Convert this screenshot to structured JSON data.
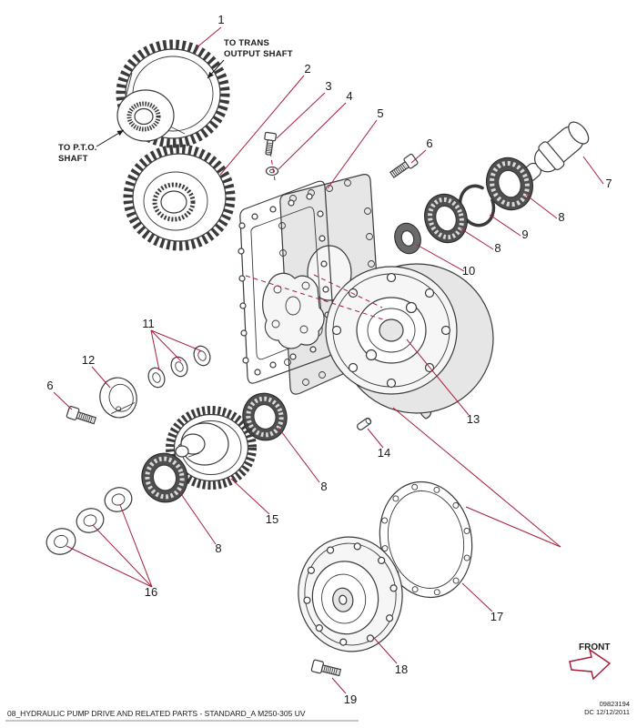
{
  "meta": {
    "footer_title": "08_HYDRAULIC PUMP DRIVE AND RELATED PARTS - STANDARD_A M250-305 UV",
    "doc_number": "09823194",
    "doc_date": "DC 12/12/2011"
  },
  "labels": {
    "to_trans_line1": "TO TRANS",
    "to_trans_line2": "OUTPUT SHAFT",
    "to_pto_line1": "TO P.T.O.",
    "to_pto_line2": "SHAFT",
    "front": "FRONT"
  },
  "colors": {
    "leader_line": "#a81e3c",
    "part_outline": "#3a3a3a"
  },
  "callouts": [
    {
      "label": "1"
    },
    {
      "label": "2"
    },
    {
      "label": "3"
    },
    {
      "label": "4"
    },
    {
      "label": "5"
    },
    {
      "label": "6"
    },
    {
      "label": "7"
    },
    {
      "label": "8"
    },
    {
      "label": "9"
    },
    {
      "label": "8"
    },
    {
      "label": "10"
    },
    {
      "label": "11"
    },
    {
      "label": "12"
    },
    {
      "label": "6"
    },
    {
      "label": "13"
    },
    {
      "label": "14"
    },
    {
      "label": "8"
    },
    {
      "label": "15"
    },
    {
      "label": "8"
    },
    {
      "label": "16"
    },
    {
      "label": "17"
    },
    {
      "label": "18"
    },
    {
      "label": "19"
    }
  ]
}
